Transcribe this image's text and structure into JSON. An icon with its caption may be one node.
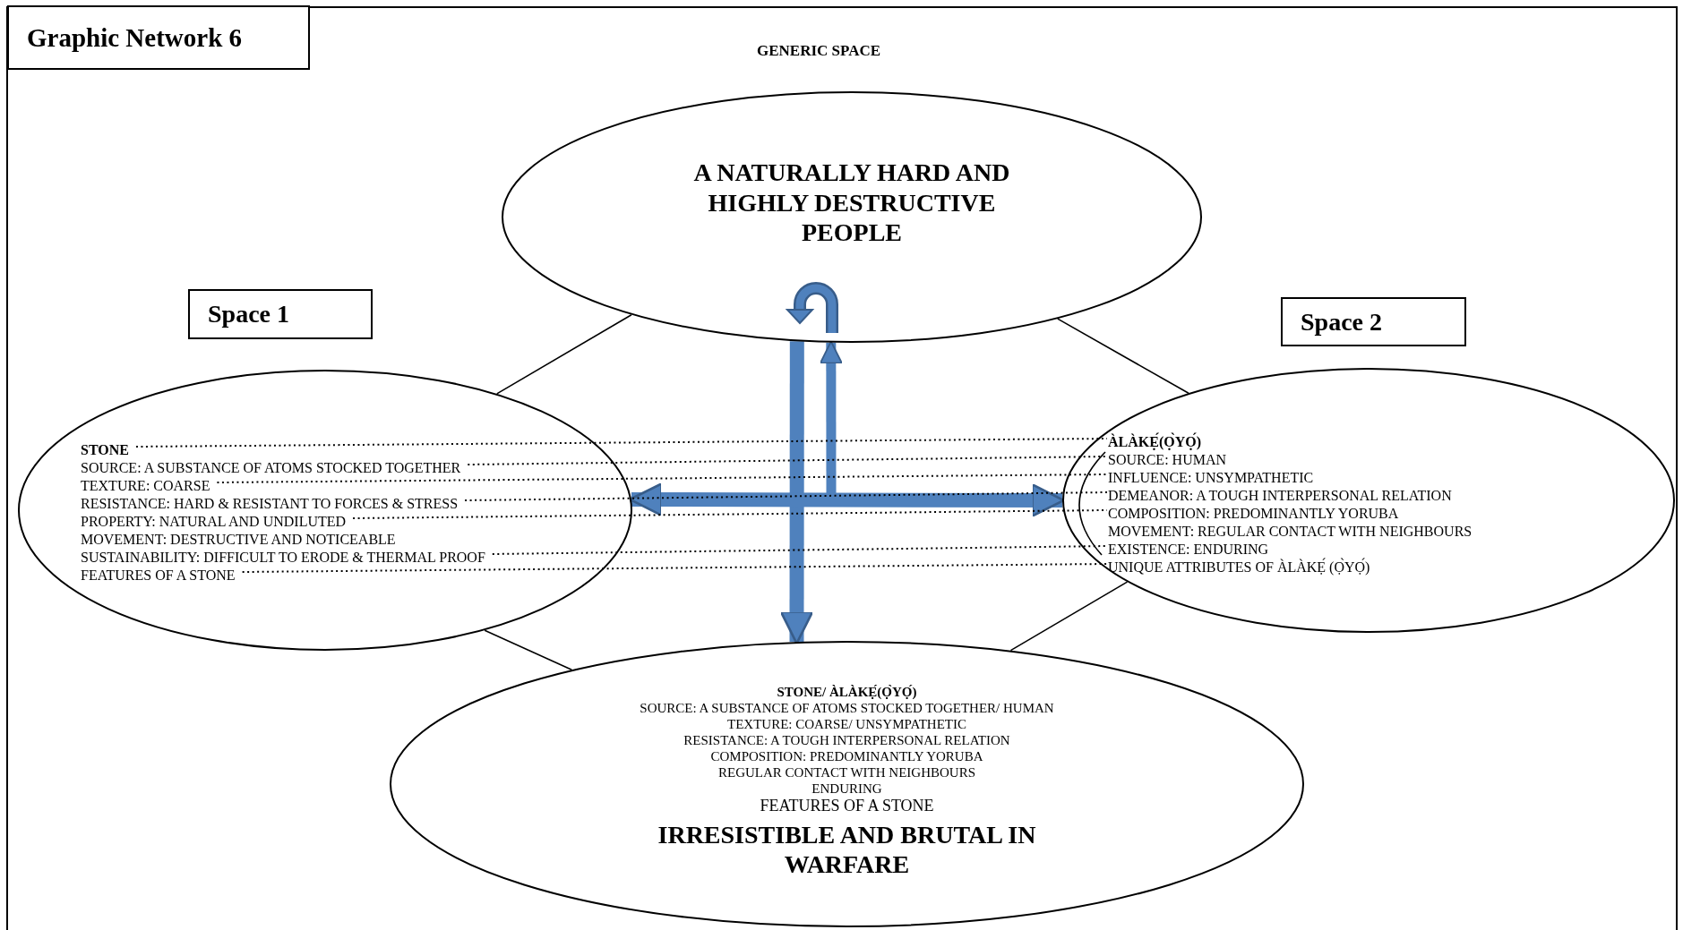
{
  "diagram": {
    "title": "Graphic Network 6",
    "nodes": [
      {
        "text": [
          "A NATURALLY HARD AND HIGHLY DESTRUCTIVE PEOPLE"
        ]
      },
      {
        "text": [
          "Space 1"
        ]
      },
      {
        "text": [
          "Space 2"
        ]
      },
      {
        "text": [],
        "shape": "ellipse"
      },
      {
        "text": [
          "STONE"
        ],
        "in": 3
      },
      {
        "text": [
          "SOURCE: A SUBSTANCE OF ATOMS STOCKED TOGETHER"
        ],
        "in": 3
      },
      {
        "text": [
          "TEXTURE: COARSE"
        ],
        "in": 3
      },
      {
        "text": [
          "RESISTANCE: HARD & RESISTANT TO FORCES & STRESS"
        ],
        "in": 3
      },
      {
        "text": [
          "PROPERTY: NATURAL AND UNDILUTED"
        ],
        "in": 3
      },
      {
        "text": [
          "MOVEMENT: DESTRUCTIVE AND NOTICEABLE"
        ],
        "in": 3
      },
      {
        "text": [
          "SUSTAINABILITY: DIFFICULT TO ERODE & THERMAL PROOF"
        ],
        "in": 3
      },
      {
        "text": [
          "FEATURES OF A STONE"
        ],
        "in": 3
      },
      {
        "text": [],
        "shape": "ellipse"
      },
      {
        "text": [
          "ÀLÀKẸ́(Ọ̀YỌ́)"
        ],
        "in": 12
      },
      {
        "text": [
          "SOURCE: HUMAN"
        ],
        "in": 12
      },
      {
        "text": [
          "INFLUENCE: UNSYMPATHETIC"
        ],
        "in": 12
      },
      {
        "text": [
          "DEMEANOR: A TOUGH INTERPERSONAL RELATION"
        ],
        "in": 12
      },
      {
        "text": [
          "COMPOSITION: PREDOMINANTLY YORUBA"
        ],
        "in": 12
      },
      {
        "text": [
          "MOVEMENT: REGULAR CONTACT WITH NEIGHBOURS"
        ],
        "in": 12
      },
      {
        "text": [
          "EXISTENCE: ENDURING"
        ],
        "in": 12
      },
      {
        "text": [
          "UNIQUE ATTRIBUTES OF ÀLÀKẸ́ (Ọ̀YỌ́)"
        ],
        "in": 12
      },
      {
        "text": [
          "STONE/ ÀLÀKẸ́(Ọ̀YỌ́)",
          "SOURCE: A SUBSTANCE OF ATOMS STOCKED TOGETHER/ HUMAN",
          "TEXTURE: COARSE/ UNSYMPATHETIC",
          "RESISTANCE: A TOUGH INTERPERSONAL RELATION",
          "COMPOSITION: PREDOMINANTLY YORUBA",
          "REGULAR CONTACT WITH NEIGHBOURS",
          "ENDURING",
          "FEATURES OF A STONE",
          "IRRESISTIBLE AND BRUTAL IN WARFARE"
        ]
      }
    ],
    "edges": [
      {
        "from": 0,
        "to": 3,
        "arrow": "none"
      },
      {
        "from": 0,
        "to": 12,
        "arrow": "none"
      },
      {
        "from": 3,
        "to": 21,
        "arrow": "none"
      },
      {
        "from": 12,
        "to": 21,
        "arrow": "none"
      },
      {
        "from": 0,
        "to": 21,
        "arrow": "to",
        "style": "thick",
        "color": "#4f81bd"
      },
      {
        "from": 3,
        "to": 12,
        "arrow": "both",
        "style": "thick",
        "color": "#4f81bd"
      },
      {
        "from": null,
        "to": 0,
        "arrow": "to",
        "style": "thick",
        "color": "#4f81bd"
      },
      {
        "from": 4,
        "to": 13,
        "arrow": "none",
        "style": "dashed"
      },
      {
        "from": 5,
        "to": 14,
        "arrow": "none",
        "style": "dashed"
      },
      {
        "from": 6,
        "to": 15,
        "arrow": "none",
        "style": "dashed"
      },
      {
        "from": 7,
        "to": 16,
        "arrow": "none",
        "style": "dashed"
      },
      {
        "from": 8,
        "to": 17,
        "arrow": "none",
        "style": "dashed"
      },
      {
        "from": 10,
        "to": 19,
        "arrow": "none",
        "style": "dashed"
      },
      {
        "from": 11,
        "to": 20,
        "arrow": "none",
        "style": "dashed"
      }
    ],
    "labels": [
      "GENERIC SPACE"
    ]
  }
}
